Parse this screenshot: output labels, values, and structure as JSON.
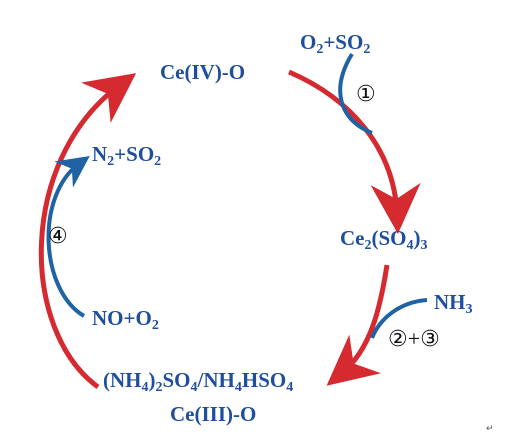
{
  "colors": {
    "red_arrow": "#d42a30",
    "blue_arrow": "#1f63a5",
    "label_text": "#1f4e9c"
  },
  "nodes": {
    "ce4o": "Ce(IV)-O",
    "ce2so4": {
      "pre": "Ce",
      "sub1": "2",
      "mid": "(SO",
      "sub2": "4",
      "post": ")",
      "sub3": "3"
    },
    "ammonium": {
      "line1": {
        "a": "(NH",
        "s1": "4",
        "b": ")",
        "s2": "2",
        "c": "SO",
        "s3": "4",
        "d": "/NH",
        "s4": "4",
        "e": "HSO",
        "s5": "4"
      },
      "line2": "Ce(III)-O"
    }
  },
  "reagents": {
    "o2so2": {
      "a": "O",
      "s1": "2",
      "b": "+SO",
      "s2": "2"
    },
    "nh3": {
      "a": "NH",
      "s1": "3"
    },
    "n2so2": {
      "a": "N",
      "s1": "2",
      "b": "+SO",
      "s2": "2"
    },
    "noo2": {
      "a": "NO+O",
      "s1": "2"
    }
  },
  "steps": {
    "step1": "①",
    "step2": "②",
    "plus": "+",
    "step3": "③",
    "step4": "④"
  },
  "return_mark": "↵"
}
